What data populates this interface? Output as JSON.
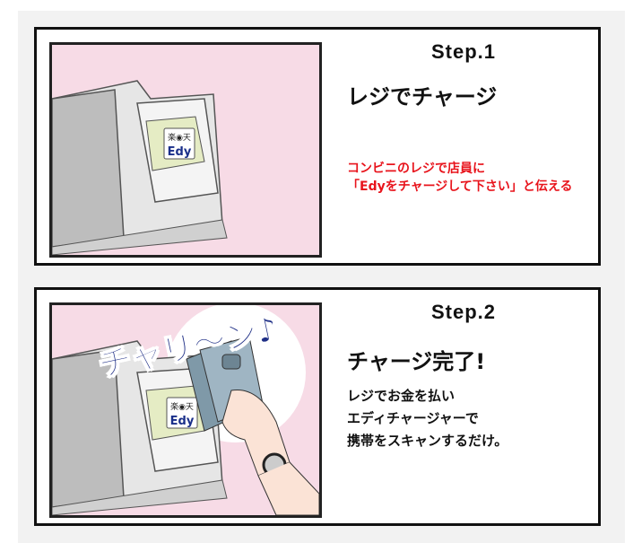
{
  "steps": [
    {
      "step": "Step.1",
      "title": "レジでチャージ",
      "desc_lines": [
        "コンビニのレジで店員に",
        "「Edyをチャージして下さい」と伝える"
      ],
      "desc_color": "#e8141c",
      "logo": {
        "top": "楽◉天",
        "bottom": "Edy"
      }
    },
    {
      "step": "Step.2",
      "title": "チャージ完了!",
      "desc_lines": [
        "レジでお金を払い",
        "エディチャージャーで",
        "携帯をスキャンするだけ。"
      ],
      "desc_color": "#111111",
      "sound": "チャリ〜ン♪",
      "logo": {
        "top": "楽◉天",
        "bottom": "Edy"
      }
    }
  ]
}
